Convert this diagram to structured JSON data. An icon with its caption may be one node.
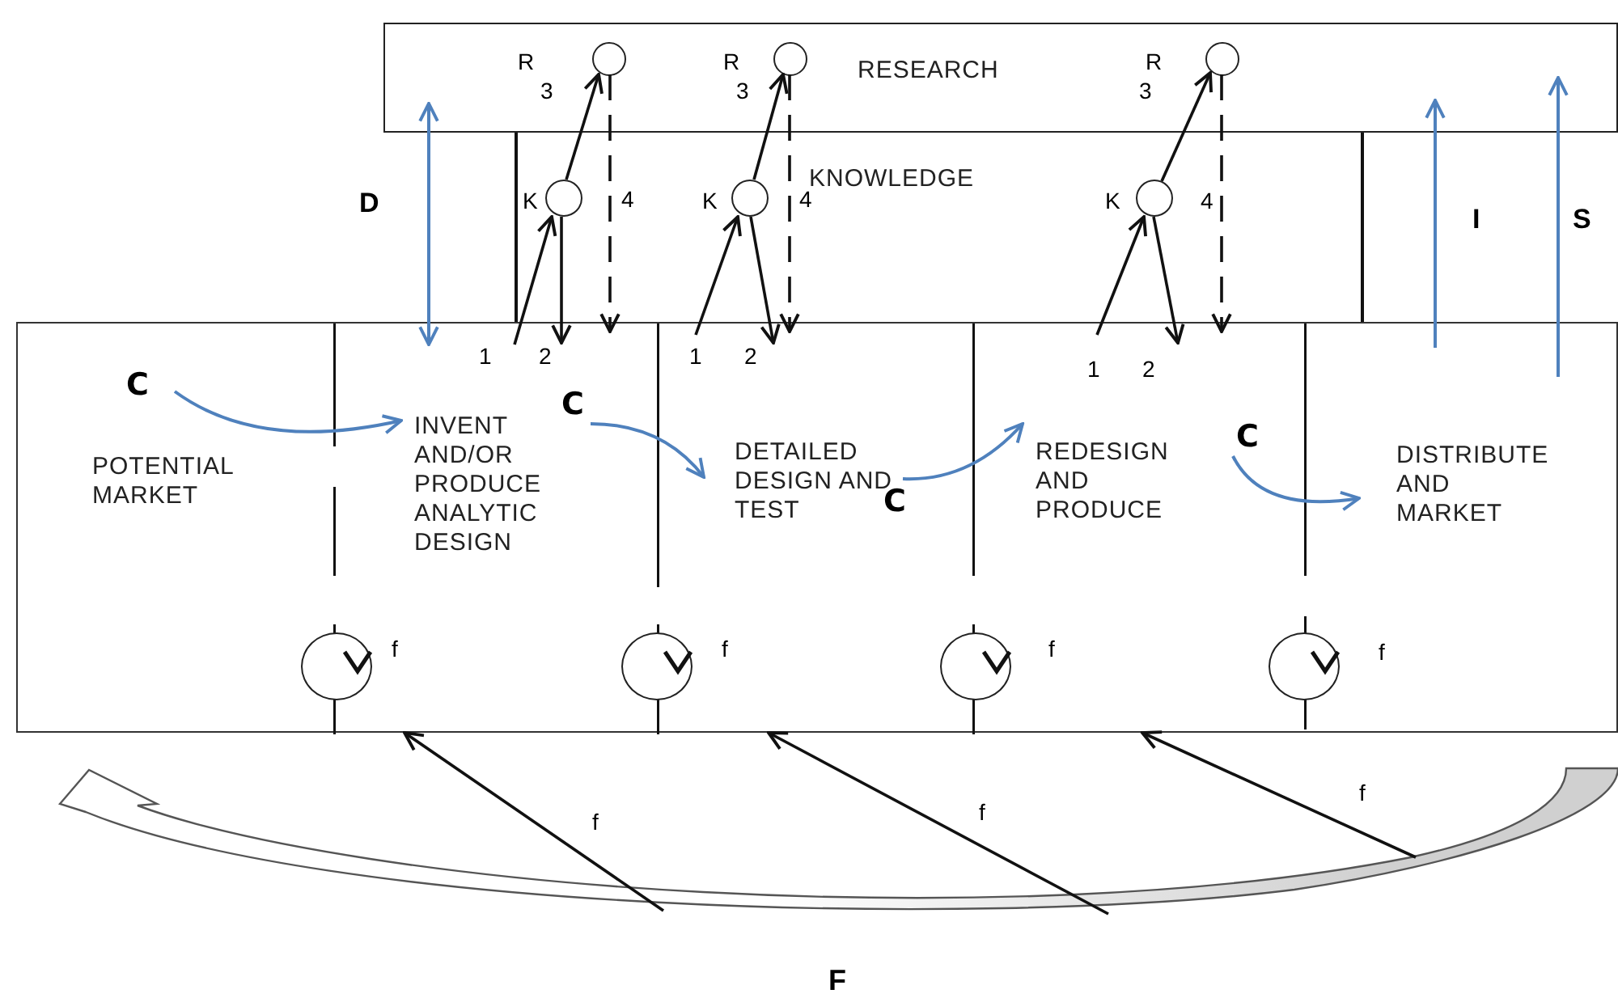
{
  "diagram": {
    "nodes": [
      {
        "text": [
          "RESEARCH"
        ]
      },
      {
        "text": [
          "KNOWLEDGE"
        ]
      },
      {
        "text": [],
        "shape": "box"
      },
      {
        "text": [
          "POTENTIAL MARKET"
        ],
        "in": 2
      },
      {
        "text": [
          "INVENT AND/OR PRODUCE ANALYTIC DESIGN"
        ],
        "in": 2
      },
      {
        "text": [
          "DETAILED DESIGN AND TEST"
        ],
        "in": 2
      },
      {
        "text": [
          "REDESIGN AND PRODUCE"
        ],
        "in": 2
      },
      {
        "text": [
          "DISTRIBUTE AND MARKET"
        ],
        "in": 2
      },
      {
        "text": [],
        "shape": "circle",
        "beside": [
          "R"
        ],
        "in": 0
      },
      {
        "text": [],
        "shape": "circle",
        "beside": [
          "R"
        ],
        "in": 0
      },
      {
        "text": [],
        "shape": "circle",
        "beside": [
          "R"
        ],
        "in": 0
      },
      {
        "text": [],
        "shape": "circle",
        "beside": [
          "K"
        ],
        "in": 1
      },
      {
        "text": [],
        "shape": "circle",
        "beside": [
          "K"
        ],
        "in": 1
      },
      {
        "text": [],
        "shape": "circle",
        "beside": [
          "K"
        ],
        "in": 1
      },
      {
        "text": [],
        "shape": "loop",
        "in": 2
      },
      {
        "text": [],
        "shape": "loop",
        "in": 2
      },
      {
        "text": [],
        "shape": "loop",
        "in": 2
      },
      {
        "text": [],
        "shape": "loop",
        "in": 2
      },
      {
        "text": [],
        "shape": "arrow",
        "beside": [
          "F"
        ]
      }
    ],
    "edges": [
      {
        "from": 3,
        "to": 4,
        "arrow": "to",
        "label": "C",
        "color": "#4f81bd"
      },
      {
        "from": 4,
        "to": 5,
        "arrow": "to",
        "label": "C",
        "color": "#4f81bd"
      },
      {
        "from": 5,
        "to": 6,
        "arrow": "to",
        "label": "C",
        "color": "#4f81bd"
      },
      {
        "from": 6,
        "to": 7,
        "arrow": "to",
        "label": "C",
        "color": "#4f81bd"
      },
      {
        "from": 0,
        "to": 4,
        "arrow": "both",
        "label": "D",
        "color": "#4f81bd"
      },
      {
        "from": 7,
        "to": 0,
        "arrow": "to",
        "label": "I",
        "color": "#4f81bd"
      },
      {
        "from": 7,
        "to": 0,
        "arrow": "to",
        "label": "S",
        "color": "#4f81bd"
      },
      {
        "from": 4,
        "to": 11,
        "arrow": "to",
        "label": "1"
      },
      {
        "from": 11,
        "to": 4,
        "arrow": "to",
        "label": "2"
      },
      {
        "from": 11,
        "to": 8,
        "arrow": "to",
        "label": "3"
      },
      {
        "from": 8,
        "to": 4,
        "arrow": "to",
        "label": "4",
        "style": "dashed"
      },
      {
        "from": 5,
        "to": 12,
        "arrow": "to",
        "label": "1"
      },
      {
        "from": 12,
        "to": 5,
        "arrow": "to",
        "label": "2"
      },
      {
        "from": 12,
        "to": 9,
        "arrow": "to",
        "label": "3"
      },
      {
        "from": 9,
        "to": 5,
        "arrow": "to",
        "label": "4",
        "style": "dashed"
      },
      {
        "from": 6,
        "to": 13,
        "arrow": "to",
        "label": "1"
      },
      {
        "from": 13,
        "to": 6,
        "arrow": "to",
        "label": "2"
      },
      {
        "from": 13,
        "to": 10,
        "arrow": "to",
        "label": "3"
      },
      {
        "from": 10,
        "to": 6,
        "arrow": "to",
        "label": "4",
        "style": "dashed"
      },
      {
        "from": 18,
        "to": 4,
        "arrow": "to",
        "label": "f"
      },
      {
        "from": 18,
        "to": 5,
        "arrow": "to",
        "label": "f"
      },
      {
        "from": 18,
        "to": 6,
        "arrow": "to",
        "label": "f"
      }
    ],
    "labels": [
      "f",
      "f",
      "f",
      "f"
    ]
  }
}
